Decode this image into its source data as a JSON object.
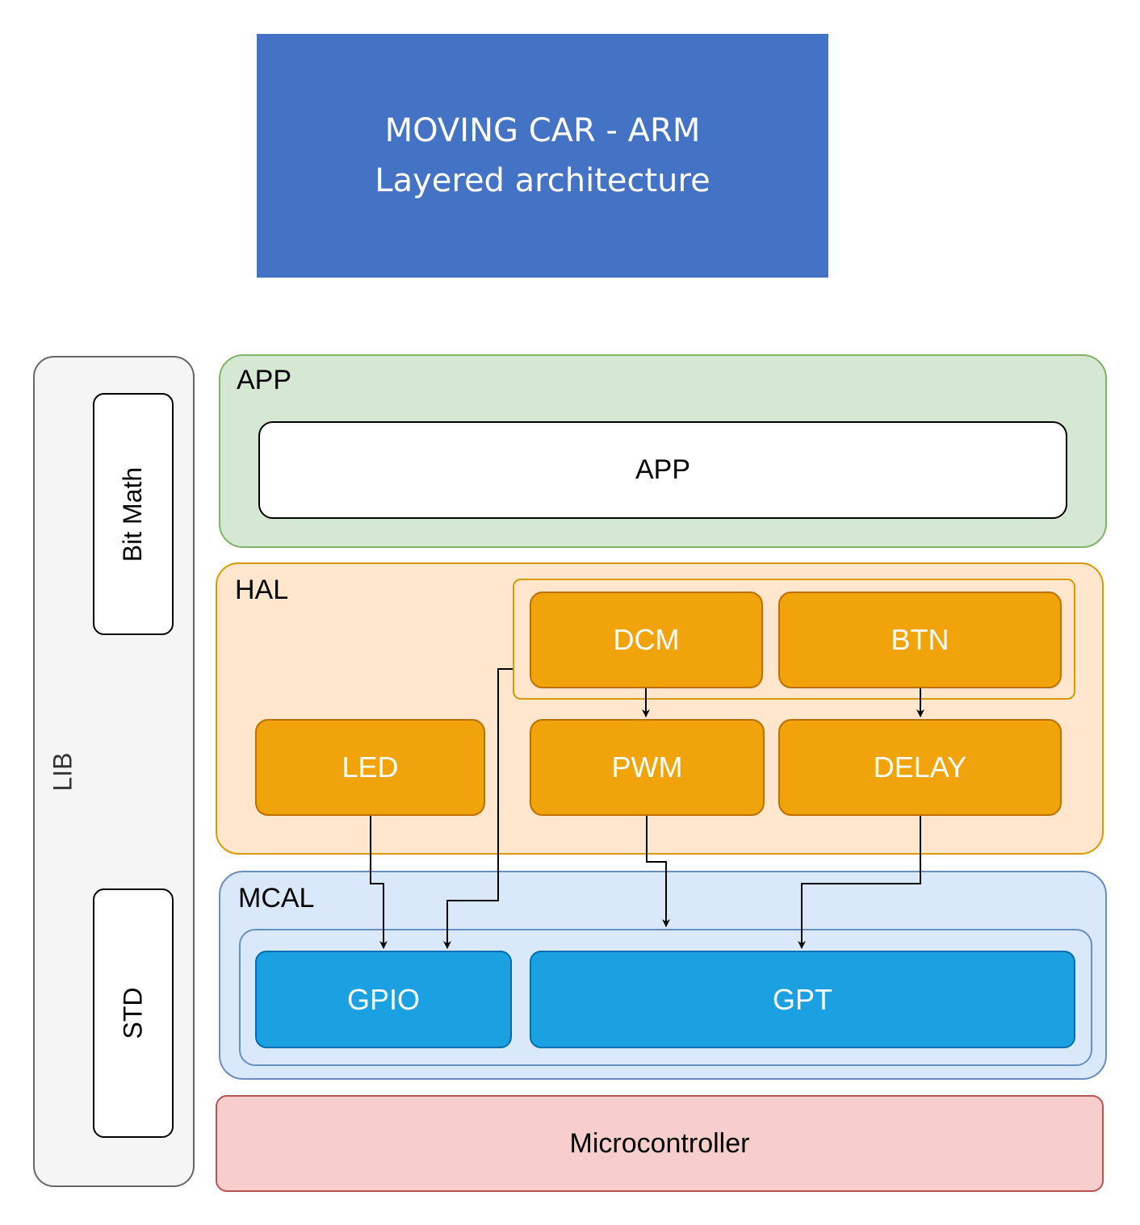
{
  "title": {
    "line1": "MOVING CAR - ARM",
    "line2": "Layered architecture",
    "color": "#4472c4"
  },
  "lib": {
    "label": "LIB",
    "items": [
      "Bit Math",
      "STD"
    ]
  },
  "layers": {
    "app": {
      "label": "APP",
      "modules": [
        "APP"
      ],
      "color": "#d5e8d4"
    },
    "hal": {
      "label": "HAL",
      "modules": [
        "DCM",
        "BTN",
        "LED",
        "PWM",
        "DELAY"
      ],
      "color": "#ffe6cc",
      "module_color": "#f0a30a"
    },
    "mcal": {
      "label": "MCAL",
      "modules": [
        "GPIO",
        "GPT"
      ],
      "color": "#dae8fc",
      "module_color": "#1ba1e2"
    },
    "hardware": {
      "label": "Microcontroller",
      "color": "#f8cecc"
    }
  },
  "connections": [
    {
      "from": "DCM",
      "to": "PWM"
    },
    {
      "from": "BTN",
      "to": "DELAY"
    },
    {
      "from": "LED",
      "to": "GPIO"
    },
    {
      "from": "DCM/BTN group",
      "to": "GPIO"
    },
    {
      "from": "PWM",
      "to": "MCAL group"
    },
    {
      "from": "DELAY",
      "to": "GPT"
    }
  ]
}
